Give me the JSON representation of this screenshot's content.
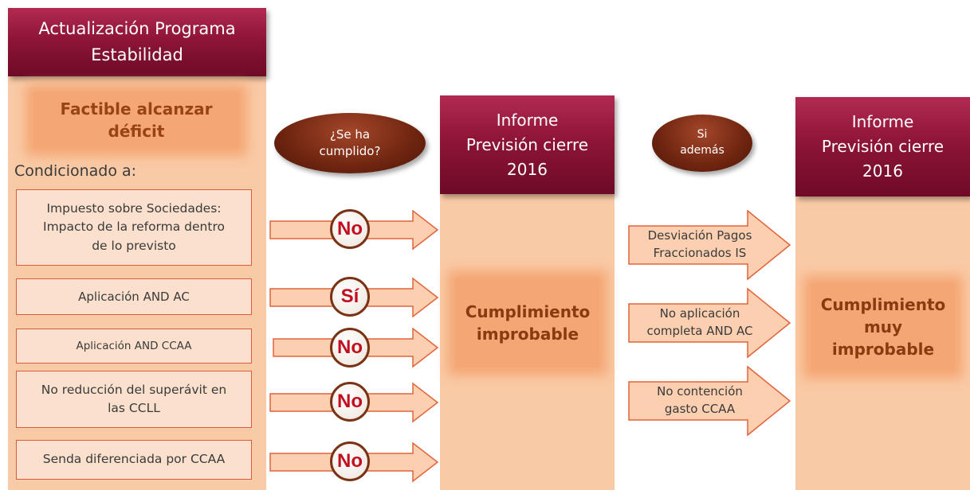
{
  "left": {
    "header": [
      "Actualización Programa",
      "Estabilidad"
    ],
    "factible": [
      "Factible alcanzar",
      "déficit"
    ],
    "condicionado": "Condicionado a:",
    "conditions": [
      [
        "Impuesto sobre Sociedades:",
        "Impacto de la reforma dentro",
        "de lo previsto"
      ],
      [
        "Aplicación AND AC"
      ],
      [
        "Aplicación AND CCAA"
      ],
      [
        "No reducción del superávit en",
        "las CCLL"
      ],
      [
        "Senda diferenciada por CCAA"
      ]
    ]
  },
  "question_oval": [
    "¿Se ha",
    "cumplido?"
  ],
  "answers": [
    "No",
    "Sí",
    "No",
    "No",
    "No"
  ],
  "middle": {
    "header": [
      "Informe",
      "Previsión cierre",
      "2016"
    ],
    "result": [
      "Cumplimiento",
      "improbable"
    ]
  },
  "ademas_oval": [
    "Si",
    "además"
  ],
  "deviations": [
    [
      "Desviación Pagos",
      "Fraccionados IS"
    ],
    [
      "No aplicación",
      "completa AND AC"
    ],
    [
      "No contención",
      "gasto CCAA"
    ]
  ],
  "right": {
    "header": [
      "Informe",
      "Previsión cierre",
      "2016"
    ],
    "result": [
      "Cumplimiento",
      "muy",
      "improbable"
    ]
  },
  "colors": {
    "header_maroon": "#8e1537",
    "column_peach": "#f9caa6",
    "glow_orange": "#f4a774",
    "answer_red": "#c40d1e",
    "oval_brown": "#6f2510"
  }
}
